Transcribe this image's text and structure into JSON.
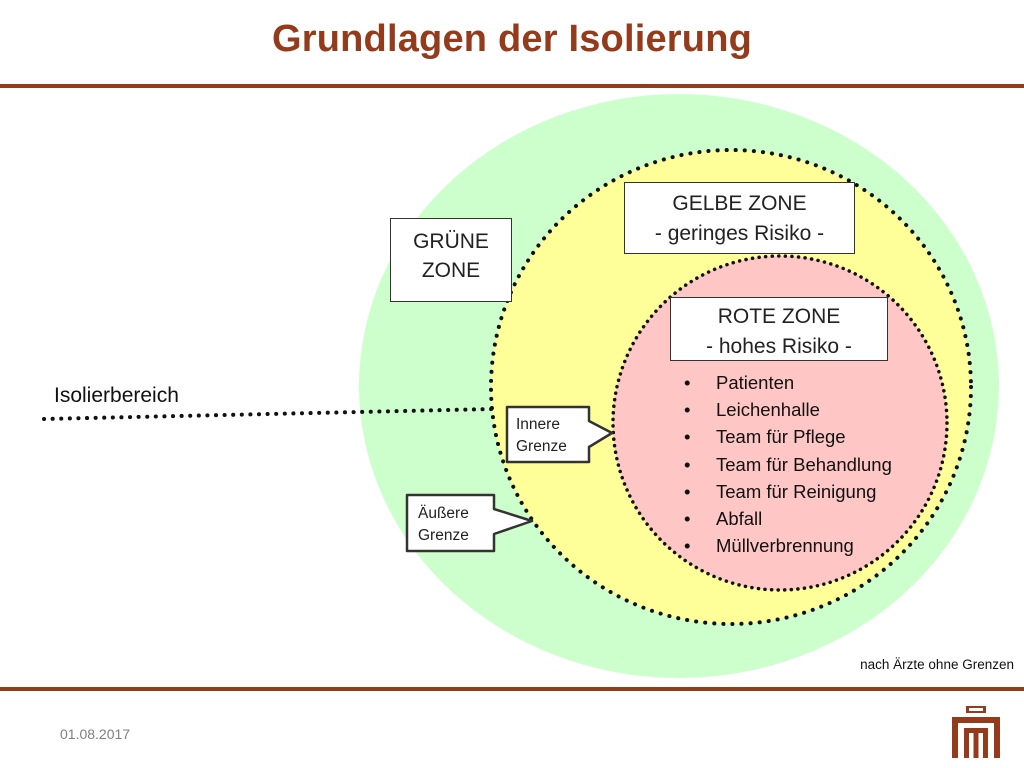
{
  "slide": {
    "title": "Grundlagen der Isolierung",
    "date": "01.08.2017",
    "source": "nach Ärzte ohne Grenzen"
  },
  "diagram": {
    "isolation_label": "Isolierbereich",
    "green_zone": {
      "line1": "GRÜNE",
      "line2": "ZONE",
      "color": "#ccffcc"
    },
    "yellow_zone": {
      "line1": "GELBE ZONE",
      "line2": "- geringes Risiko -",
      "color": "#ffff99"
    },
    "red_zone": {
      "line1": "ROTE ZONE",
      "line2": "- hohes Risiko -",
      "color": "#ffc6c6",
      "items": [
        "Patienten",
        "Leichenhalle",
        "Team für Pflege",
        "Team für Behandlung",
        "Team für Reinigung",
        "Abfall",
        "Müllverbrennung"
      ]
    },
    "inner_border": {
      "line1": "Innere",
      "line2": "Grenze"
    },
    "outer_border": {
      "line1": "Äußere",
      "line2": "Grenze"
    },
    "bullet": "•"
  },
  "colors": {
    "title": "#943b1c",
    "rule": "#943b1c"
  }
}
